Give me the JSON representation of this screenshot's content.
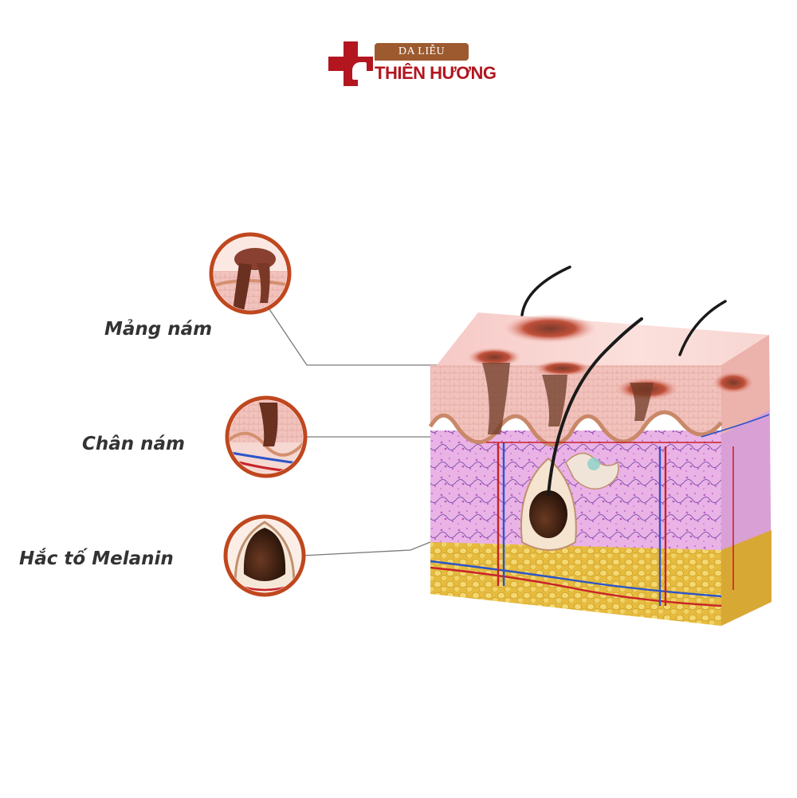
{
  "logo": {
    "top_text": "DA LIỄU",
    "main_text": "THIÊN HƯƠNG"
  },
  "labels": {
    "melasma_patch": "Mảng nám",
    "melasma_root": "Chân nám",
    "melanin_pigment": "Hắc tố Melanin"
  },
  "colors": {
    "brand_red": "#b3161f",
    "brand_brown": "#9c5a2e",
    "circle_border": "#c0471e",
    "dermis_pink": "#e5a7e0",
    "fat_yellow": "#e9c24a",
    "epidermis_pink": "#f4c4c0"
  }
}
